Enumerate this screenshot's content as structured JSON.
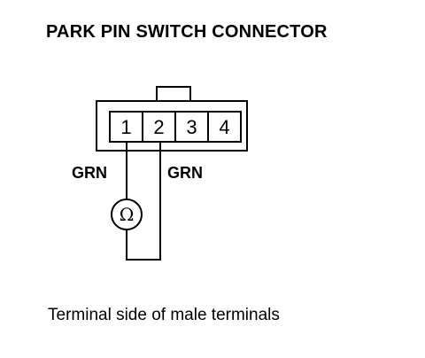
{
  "diagram": {
    "title": "PARK PIN SWITCH CONNECTOR",
    "caption": "Terminal side of male terminals",
    "connector": {
      "terminals": [
        "1",
        "2",
        "3",
        "4"
      ]
    },
    "wires": [
      {
        "terminal": "1",
        "color": "GRN"
      },
      {
        "terminal": "2",
        "color": "GRN"
      }
    ],
    "meter": {
      "symbol": "Ω",
      "icon": "ohmmeter-icon"
    }
  }
}
